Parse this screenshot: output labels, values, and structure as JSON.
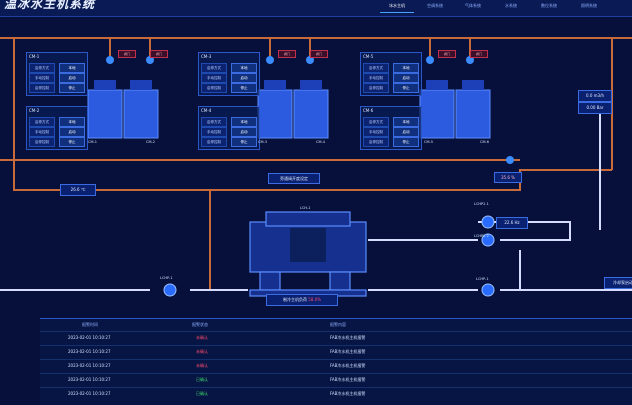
{
  "header": {
    "title": "温冰水主机系统",
    "tabs": [
      {
        "label": "冰水主机",
        "active": true
      },
      {
        "label": "空调系统",
        "active": false
      },
      {
        "label": "气体系统",
        "active": false
      },
      {
        "label": "水系统",
        "active": false
      },
      {
        "label": "数位系统",
        "active": false
      },
      {
        "label": "照明系统",
        "active": false
      }
    ]
  },
  "panels": [
    {
      "title": "CM-1",
      "rows": [
        {
          "label": "启停方式",
          "value": "本地"
        },
        {
          "label": "手动控制",
          "value": "启动"
        },
        {
          "label": "启停控制",
          "value": "停止"
        }
      ]
    },
    {
      "title": "CM-2",
      "rows": [
        {
          "label": "启停方式",
          "value": "本地"
        },
        {
          "label": "手动控制",
          "value": "启动"
        },
        {
          "label": "启停控制",
          "value": "停止"
        }
      ]
    },
    {
      "title": "CM-3",
      "rows": [
        {
          "label": "启停方式",
          "value": "本地"
        },
        {
          "label": "手动控制",
          "value": "启动"
        },
        {
          "label": "启停控制",
          "value": "停止"
        }
      ]
    },
    {
      "title": "CM-4",
      "rows": [
        {
          "label": "启停方式",
          "value": "本地"
        },
        {
          "label": "手动控制",
          "value": "启动"
        },
        {
          "label": "启停控制",
          "value": "停止"
        }
      ]
    },
    {
      "title": "CM-5",
      "rows": [
        {
          "label": "启停方式",
          "value": "本地"
        },
        {
          "label": "手动控制",
          "value": "启动"
        },
        {
          "label": "启停控制",
          "value": "停止"
        }
      ]
    },
    {
      "title": "CM-6",
      "rows": [
        {
          "label": "启停方式",
          "value": "本地"
        },
        {
          "label": "手动控制",
          "value": "启动"
        },
        {
          "label": "启停控制",
          "value": "停止"
        }
      ]
    }
  ],
  "towers": {
    "labels": [
      "CM-1",
      "CM-2",
      "CM-3",
      "CM-4",
      "CM-5",
      "CM-6"
    ],
    "valve_tag": "阀门"
  },
  "readouts": {
    "temp": "26.6 ℃",
    "bypass_label": "旁通阀开度设定",
    "bypass_value": "35.6 %",
    "flow": "0.0 m3/h",
    "pressure": "0.00 Bar",
    "freq": "22.6 Hz",
    "chiller_capacity_label": "制冷主机负荷",
    "chiller_capacity_value": "58.0%",
    "cooling_label": "冷却泵启动"
  },
  "equipment": {
    "chiller": "LCH-1",
    "pump_left": "LCHP-1",
    "pump_right_1": "LCHP2-1",
    "pump_right_2": "LCHP2-2",
    "pump_right_3": "LCHP-1"
  },
  "alarm_table": {
    "headers": [
      "报警时间",
      "报警状态",
      "报警内容"
    ],
    "rows": [
      {
        "time": "2023-02-01 10:10:27",
        "status": "未确认",
        "status_color": "#ff4a6a",
        "content": "FAB冷水机主机报警"
      },
      {
        "time": "2023-02-01 10:10:27",
        "status": "未确认",
        "status_color": "#ff4a6a",
        "content": "FAB冷水机主机报警"
      },
      {
        "time": "2023-02-01 10:10:27",
        "status": "未确认",
        "status_color": "#ff4a6a",
        "content": "FAB冷水机主机报警"
      },
      {
        "time": "2023-02-01 10:10:27",
        "status": "已确认",
        "status_color": "#3ddc6a",
        "content": "FAB冷水机主机报警"
      },
      {
        "time": "2023-02-01 10:10:27",
        "status": "已确认",
        "status_color": "#3ddc6a",
        "content": "FAB冷水机主机报警"
      }
    ]
  },
  "colors": {
    "pipe_hot": "#c96a3a",
    "pipe_cold": "#d6dcff",
    "accent": "#3a6be0",
    "bg": "#06103a"
  }
}
